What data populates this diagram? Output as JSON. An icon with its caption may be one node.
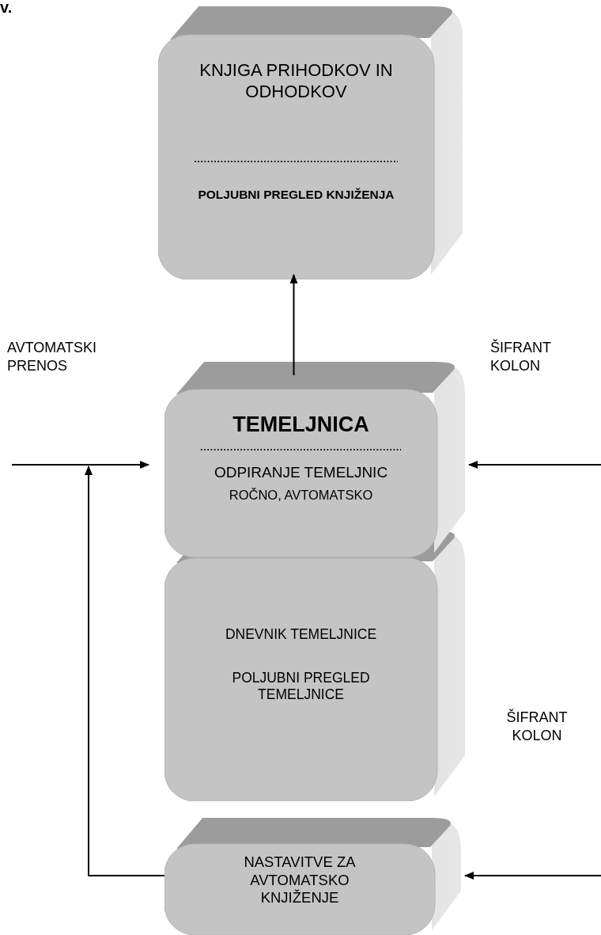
{
  "diagram": {
    "nodes": [
      {
        "text": [
          "KNJIGA PRIHODKOV IN ODHODKOV",
          "POLJUBNI PREGLED KNJIŽENJA"
        ]
      },
      {
        "text": [
          "TEMELJNICA",
          "ODPIRANJE TEMELJNIC",
          "ROČNO, AVTOMATSKO"
        ]
      },
      {
        "text": [
          "DNEVNIK TEMELJNICE",
          "POLJUBNI PREGLED TEMELJNICE"
        ]
      },
      {
        "text": [
          "NASTAVITVE ZA AVTOMATSKO KNJIŽENJE"
        ]
      }
    ],
    "edges": [
      {
        "from": 1,
        "to": 0,
        "arrow": "to"
      },
      {
        "from": null,
        "to": 1,
        "arrow": "to"
      },
      {
        "from": null,
        "to": 1,
        "arrow": "to"
      },
      {
        "from": null,
        "to": 3,
        "arrow": "to"
      },
      {
        "from": 3,
        "to": 1,
        "arrow": "to"
      }
    ],
    "labels": [
      "v.",
      "AVTOMATSKI PRENOS",
      "ŠIFRANT KOLON",
      "ŠIFRANT KOLON"
    ]
  }
}
